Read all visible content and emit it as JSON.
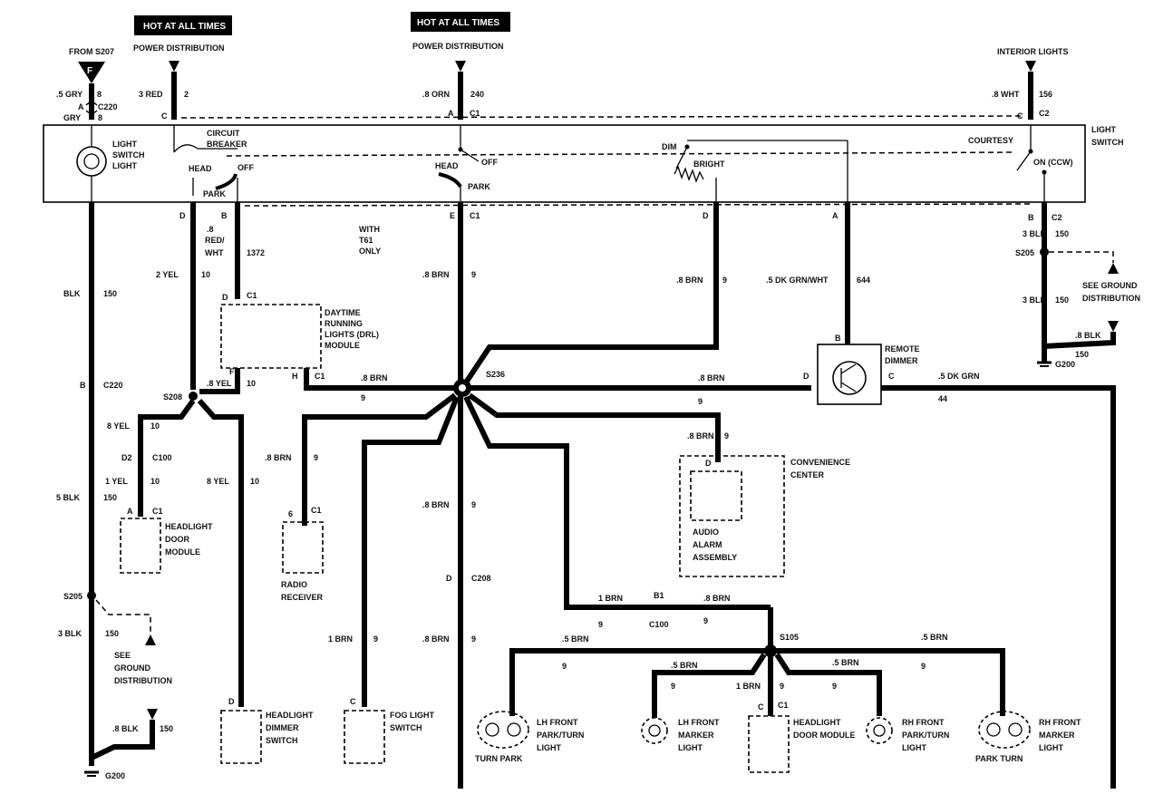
{
  "header": {
    "hot1": "HOT AT ALL TIMES",
    "pd1": "POWER DISTRIBUTION",
    "hot2": "HOT AT ALL TIMES",
    "pd2": "POWER DISTRIBUTION",
    "from_s207": "FROM S207",
    "f_letter": "F",
    "interior": "INTERIOR LIGHTS"
  },
  "top_wires": {
    "w1_left": ".5 GRY",
    "w1_num": "8",
    "w1_a": "A",
    "w1_conn": "C220",
    "w1_gry": "GRY",
    "w1_num2": "8",
    "w2_left": "3 RED",
    "w2_num": "2",
    "w2_c": "C",
    "w3_left": ".8 ORN",
    "w3_num": "240",
    "w3_a": "A",
    "w3_conn": "C1",
    "w4_left": ".8 WHT",
    "w4_num": "156",
    "w4_c": "C",
    "w4_conn": "C2"
  },
  "switch": {
    "title1": "LIGHT",
    "title2": "SWITCH",
    "lamp1": "LIGHT",
    "lamp2": "SWITCH",
    "lamp3": "LIGHT",
    "cb1": "CIRCUIT",
    "cb2": "BREAKER",
    "head1": "HEAD",
    "off1": "OFF",
    "park1": "PARK",
    "head2": "HEAD",
    "off2": "OFF",
    "park2": "PARK",
    "dim": "DIM",
    "bright": "BRIGHT",
    "courtesy": "COURTESY",
    "on": "ON (CCW)"
  },
  "below_switch": {
    "d1": "D",
    "b1": "B",
    "e1": "E",
    "c1": "C1",
    "d2": "D",
    "a2": "A",
    "b3": "B",
    "c2": "C2",
    "red1": ".8",
    "red2": "RED/",
    "red3": "WHT",
    "num1372": "1372",
    "with": "WITH",
    "t61": "T61",
    "only": "ONLY",
    "blk150_l": "BLK",
    "blk150_n": "150",
    "yel_l": "2 YEL",
    "yel_n": "10",
    "brn_mid_l": ".8 BRN",
    "brn_mid_n": "9",
    "brn_d_l": ".8 BRN",
    "brn_d_n": "9",
    "grn_l": ".5 DK GRN/WHT",
    "grn_n": "644",
    "blk3_l": "3 BLK",
    "blk3_n": "150"
  },
  "right_ground": {
    "s205": "S205",
    "see1": "SEE GROUND",
    "see2": "DISTRIBUTION",
    "blk_l": "3 BLK",
    "blk_n": "150",
    "blk8_l": ".8 BLK",
    "blk8_n": "150",
    "g200": "G200"
  },
  "drl": {
    "d": "D",
    "c1": "C1",
    "t1": "DAYTIME",
    "t2": "RUNNING",
    "t3": "LIGHTS (DRL)",
    "t4": "MODULE",
    "f": "F",
    "h": "H",
    "c1b": "C1"
  },
  "remote": {
    "t1": "REMOTE",
    "t2": "DIMMER",
    "b": "B",
    "d": "D",
    "c": "C"
  },
  "s236": {
    "label": "S236",
    "left_l": ".8 BRN",
    "left_n": "9",
    "right_l": ".8 BRN",
    "right_n": "9",
    "grn_l": ".5 DK GRN",
    "grn_n": "44"
  },
  "left_col": {
    "b": "B",
    "c220": "C220",
    "s208": "S208",
    "yel8_l": ".8 YEL",
    "yel8_n": "10",
    "y1_l": "8 YEL",
    "y1_n": "10",
    "d2": "D2",
    "c100": "C100",
    "y2_l": "1 YEL",
    "y2_n": "10",
    "a": "A",
    "c1": "C1",
    "y3_l": "8 YEL",
    "y3_n": "10",
    "blk5_l": "5 BLK",
    "blk5_n": "150",
    "hd1": "HEADLIGHT",
    "hd2": "DOOR",
    "hd3": "MODULE"
  },
  "radio": {
    "l": ".8 BRN",
    "n": "9",
    "pin": "6",
    "c1": "C1",
    "t1": "RADIO",
    "t2": "RECEIVER"
  },
  "convenience": {
    "l": ".8 BRN",
    "n": "9",
    "d": "D",
    "t1": "CONVENIENCE",
    "t2": "CENTER",
    "a1": "AUDIO",
    "a2": "ALARM",
    "a3": "ASSEMBLY"
  },
  "center_col": {
    "l1": ".8 BRN",
    "n1": "9",
    "d": "D",
    "c208": "C208",
    "l2": ".8 BRN",
    "n2": "9"
  },
  "c100_row": {
    "l1": "1 BRN",
    "n1": "9",
    "b1": "B1",
    "c100": "C100",
    "l2": ".8 BRN",
    "n2": "9",
    "s105": "S105"
  },
  "fog": {
    "l": "1 BRN",
    "n": "9",
    "c": "C",
    "t1": "FOG LIGHT",
    "t2": "SWITCH"
  },
  "left_bottom": {
    "s205": "S205",
    "blk_l": "3 BLK",
    "blk_n": "150",
    "see1": "SEE",
    "see2": "GROUND",
    "see3": "DISTRIBUTION",
    "blk8_l": ".8 BLK",
    "blk8_n": "150",
    "g200": "G200"
  },
  "dimmer_switch": {
    "d": "D",
    "t1": "HEADLIGHT",
    "t2": "DIMMER",
    "t3": "SWITCH"
  },
  "bottom": {
    "w1_l": ".5 BRN",
    "w1_n": "9",
    "w2_l": ".5 BRN",
    "w2_n": "9",
    "w3_l": "1 BRN",
    "w3_n": "9",
    "w4_l": ".5 BRN",
    "w4_n": "9",
    "w5_l": ".5 BRN",
    "w5_n": "9",
    "lhpt1": "LH FRONT",
    "lhpt2": "PARK/TURN",
    "lhpt3": "LIGHT",
    "lhpt_sub": "TURN PARK",
    "lhm1": "LH FRONT",
    "lhm2": "MARKER",
    "lhm3": "LIGHT",
    "hdm_c": "C",
    "hdm_c1": "C1",
    "hdm1": "HEADLIGHT",
    "hdm2": "DOOR MODULE",
    "rhpt1": "RH FRONT",
    "rhpt2": "PARK/TURN",
    "rhpt3": "LIGHT",
    "rhm1": "RH FRONT",
    "rhm2": "MARKER",
    "rhm3": "LIGHT",
    "rhm_sub": "PARK TURN"
  }
}
